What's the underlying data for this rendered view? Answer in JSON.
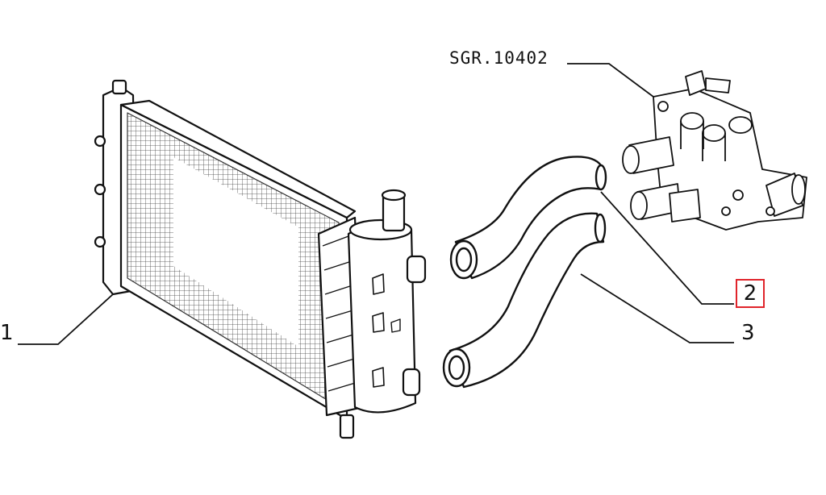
{
  "diagram": {
    "reference_code": "SGR.10402",
    "callouts": [
      {
        "id": "1",
        "label": "1",
        "highlighted": false
      },
      {
        "id": "2",
        "label": "2",
        "highlighted": true
      },
      {
        "id": "3",
        "label": "3",
        "highlighted": false
      }
    ],
    "colors": {
      "line": "#111111",
      "highlight": "#e0242b",
      "background": "#ffffff"
    }
  }
}
